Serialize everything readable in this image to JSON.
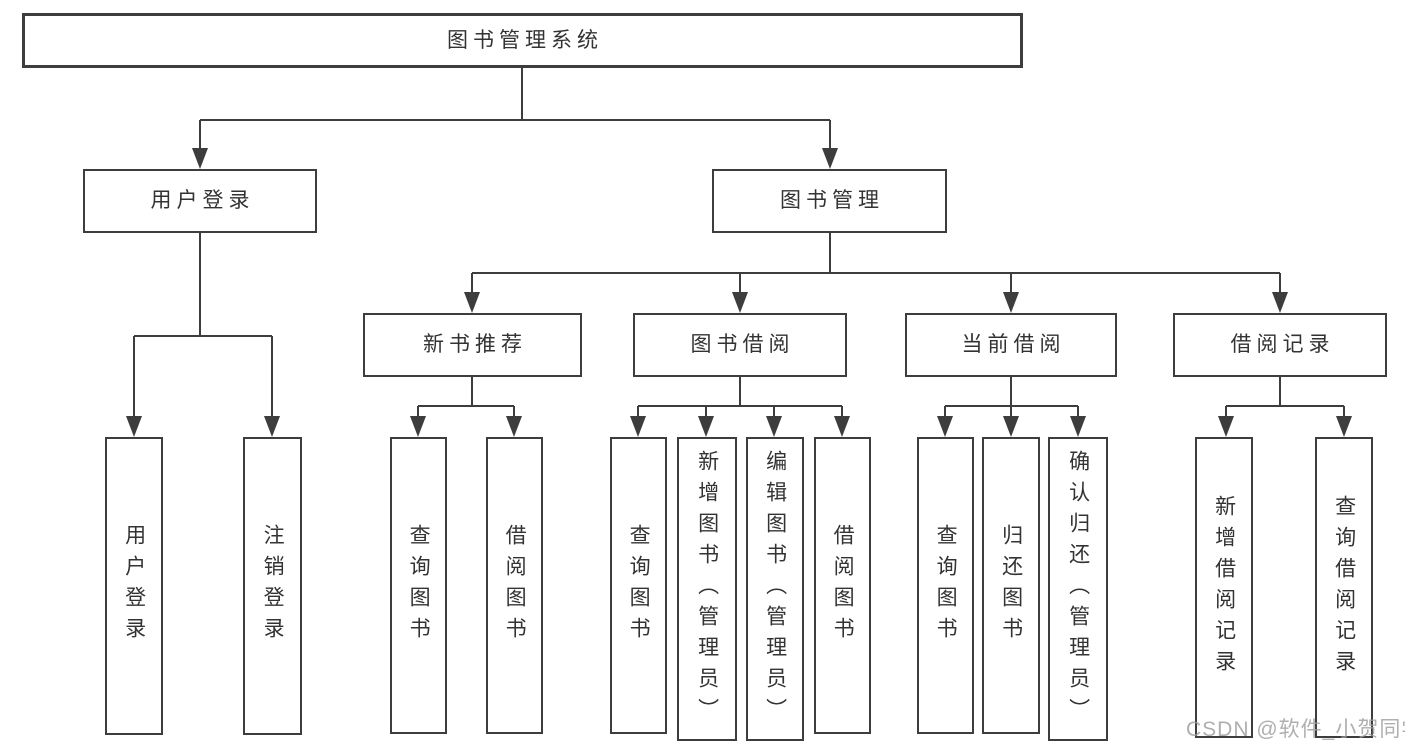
{
  "diagram": {
    "root": {
      "label": "图书管理系统"
    },
    "branches": [
      {
        "label": "用户登录",
        "children": [
          {
            "label": "用户登录"
          },
          {
            "label": "注销登录"
          }
        ]
      },
      {
        "label": "图书管理",
        "children": [
          {
            "label": "新书推荐",
            "children": [
              {
                "label": "查询图书"
              },
              {
                "label": "借阅图书"
              }
            ]
          },
          {
            "label": "图书借阅",
            "children": [
              {
                "label": "查询图书"
              },
              {
                "label": "新增图书（管理员）"
              },
              {
                "label": "编辑图书（管理员）"
              },
              {
                "label": "借阅图书"
              }
            ]
          },
          {
            "label": "当前借阅",
            "children": [
              {
                "label": "查询图书"
              },
              {
                "label": "归还图书"
              },
              {
                "label": "确认归还（管理员）"
              }
            ]
          },
          {
            "label": "借阅记录",
            "children": [
              {
                "label": "新增借阅记录"
              },
              {
                "label": "查询借阅记录"
              }
            ]
          }
        ]
      }
    ]
  },
  "watermark": {
    "text": "CSDN @软件_小贺同学"
  },
  "colors": {
    "line": "#3d3d3d",
    "node_border": "#3d3d3d",
    "node_fill": "#ffffff",
    "text": "#333333",
    "watermark": "#9e9e9e",
    "background": "#ffffff"
  }
}
